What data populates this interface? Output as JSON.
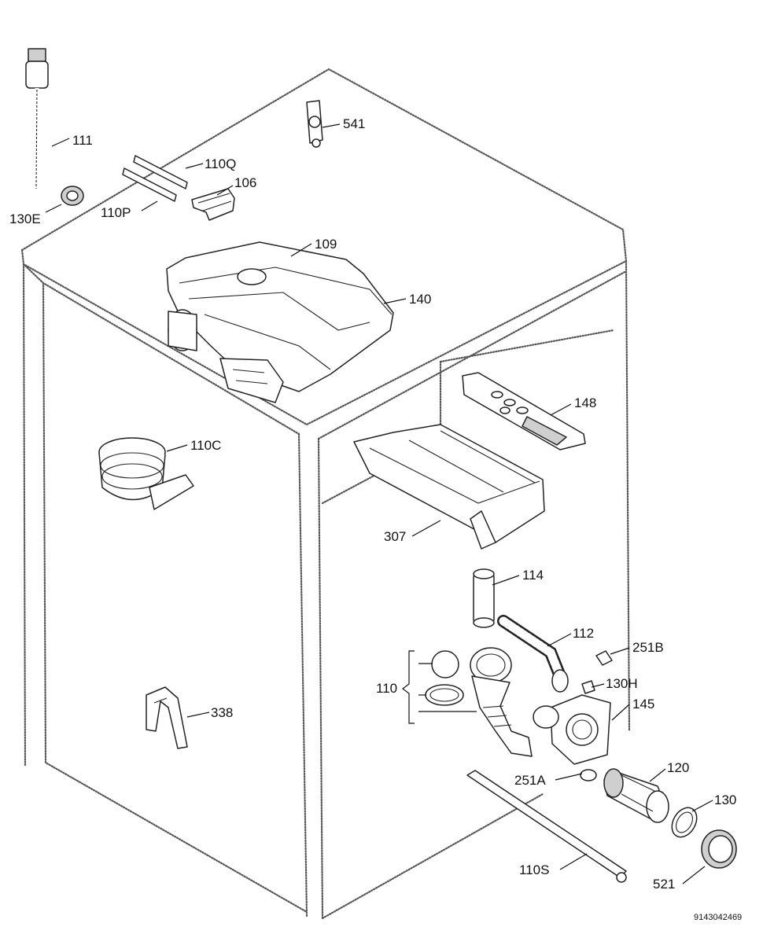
{
  "labels": {
    "p111": "111",
    "p130E": "130E",
    "p110Q": "110Q",
    "p110P": "110P",
    "p106": "106",
    "p541": "541",
    "p109": "109",
    "p140": "140",
    "p148": "148",
    "p110C": "110C",
    "p307": "307",
    "p114": "114",
    "p112": "112",
    "p251B": "251B",
    "p110": "110",
    "p130H": "130H",
    "p145": "145",
    "p338": "338",
    "p120": "120",
    "p251A": "251A",
    "p130": "130",
    "p110S": "110S",
    "p521": "521"
  },
  "document_number": "9143042469"
}
